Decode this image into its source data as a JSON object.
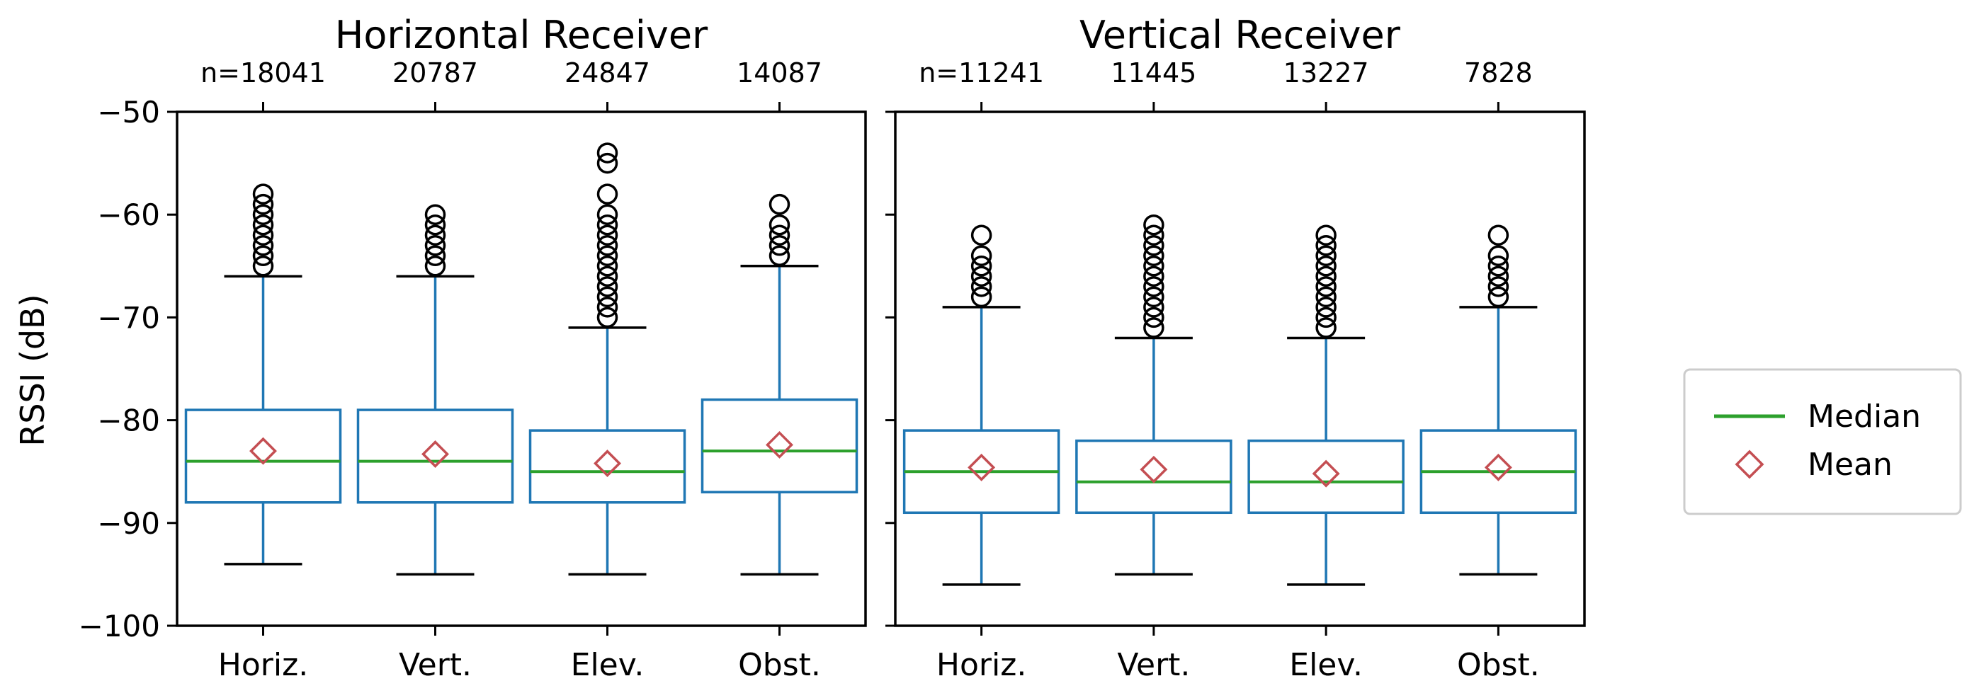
{
  "chart_data": {
    "type": "box",
    "ylabel": "RSSI (dB)",
    "ylim": [
      -100,
      -50
    ],
    "yticks": [
      -100,
      -90,
      -80,
      -70,
      -60,
      -50
    ],
    "grid": false,
    "legend": {
      "placement": "right",
      "entries": [
        {
          "label": "Median",
          "marker": "line",
          "color": "#2ca02c"
        },
        {
          "label": "Mean",
          "marker": "diamond",
          "color": "#c44e52"
        }
      ]
    },
    "colors": {
      "box": "#1f77b4",
      "median": "#2ca02c",
      "mean": "#c44e52",
      "whisker_cap": "#000000"
    },
    "panels": [
      {
        "title": "Horizontal Receiver",
        "categories": [
          "Horiz.",
          "Vert.",
          "Elev.",
          "Obst."
        ],
        "counts": [
          "n=18041",
          "20787",
          "24847",
          "14087"
        ],
        "boxes": [
          {
            "whisker_low": -94,
            "q1": -88,
            "median": -84,
            "q3": -79,
            "whisker_high": -66,
            "mean": -83,
            "outliers": [
              -58,
              -59,
              -60,
              -61,
              -62,
              -63,
              -64,
              -65
            ]
          },
          {
            "whisker_low": -95,
            "q1": -88,
            "median": -84,
            "q3": -79,
            "whisker_high": -66,
            "mean": -83.3,
            "outliers": [
              -60,
              -61,
              -62,
              -63,
              -64,
              -65
            ]
          },
          {
            "whisker_low": -95,
            "q1": -88,
            "median": -85,
            "q3": -81,
            "whisker_high": -71,
            "mean": -84.2,
            "outliers": [
              -54,
              -55,
              -58,
              -60,
              -61,
              -62,
              -63,
              -64,
              -65,
              -66,
              -67,
              -68,
              -69,
              -70
            ]
          },
          {
            "whisker_low": -95,
            "q1": -87,
            "median": -83,
            "q3": -78,
            "whisker_high": -65,
            "mean": -82.4,
            "outliers": [
              -59,
              -61,
              -62,
              -63,
              -64
            ]
          }
        ]
      },
      {
        "title": "Vertical Receiver",
        "categories": [
          "Horiz.",
          "Vert.",
          "Elev.",
          "Obst."
        ],
        "counts": [
          "n=11241",
          "11445",
          "13227",
          "7828"
        ],
        "boxes": [
          {
            "whisker_low": -96,
            "q1": -89,
            "median": -85,
            "q3": -81,
            "whisker_high": -69,
            "mean": -84.6,
            "outliers": [
              -62,
              -64,
              -65,
              -66,
              -67,
              -68
            ]
          },
          {
            "whisker_low": -95,
            "q1": -89,
            "median": -86,
            "q3": -82,
            "whisker_high": -72,
            "mean": -84.8,
            "outliers": [
              -61,
              -62,
              -63,
              -64,
              -65,
              -66,
              -67,
              -68,
              -69,
              -70,
              -71
            ]
          },
          {
            "whisker_low": -96,
            "q1": -89,
            "median": -86,
            "q3": -82,
            "whisker_high": -72,
            "mean": -85.2,
            "outliers": [
              -62,
              -63,
              -64,
              -65,
              -66,
              -67,
              -68,
              -69,
              -70,
              -71
            ]
          },
          {
            "whisker_low": -95,
            "q1": -89,
            "median": -85,
            "q3": -81,
            "whisker_high": -69,
            "mean": -84.6,
            "outliers": [
              -62,
              -64,
              -65,
              -66,
              -67,
              -68
            ]
          }
        ]
      }
    ]
  }
}
